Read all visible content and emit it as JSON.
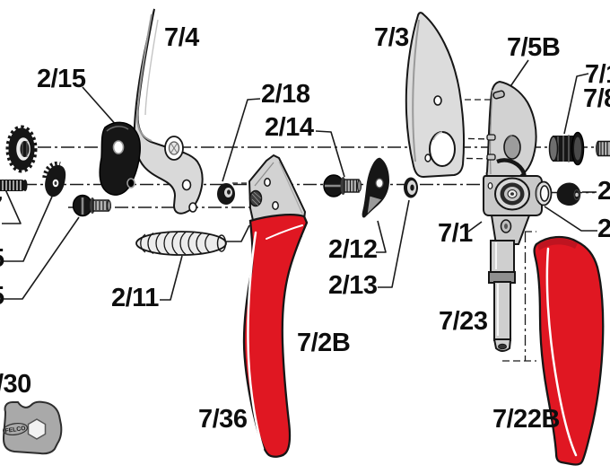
{
  "diagram": {
    "brand": "FELCO",
    "colors": {
      "handle_red": "#e01722",
      "part_gray": "#d6d6d6",
      "part_black": "#161616",
      "line": "#1a1a1a",
      "background": "#ffffff"
    },
    "labels": {
      "counter_blade": "7/4",
      "blade": "7/3",
      "adjustment_plate": "2/15",
      "oring": "2/18",
      "bolt": "2/14",
      "pin": "7/5B",
      "edge_right_top": "7/1",
      "edge_right_second": "7/8",
      "edge_right_nut": "2",
      "edge_right_washer": "2",
      "handle_body": "7/1",
      "cam": "2/12",
      "washer": "2/13",
      "spring": "2/11",
      "shaft": "7/23",
      "left_grip": "7/2B",
      "left_grip_alt": "7/36",
      "right_grip": "7/22B",
      "tool": "/30",
      "edge_left_fragment_a": "7",
      "edge_left_fragment_b": "5",
      "edge_left_fragment_c": "5"
    }
  }
}
